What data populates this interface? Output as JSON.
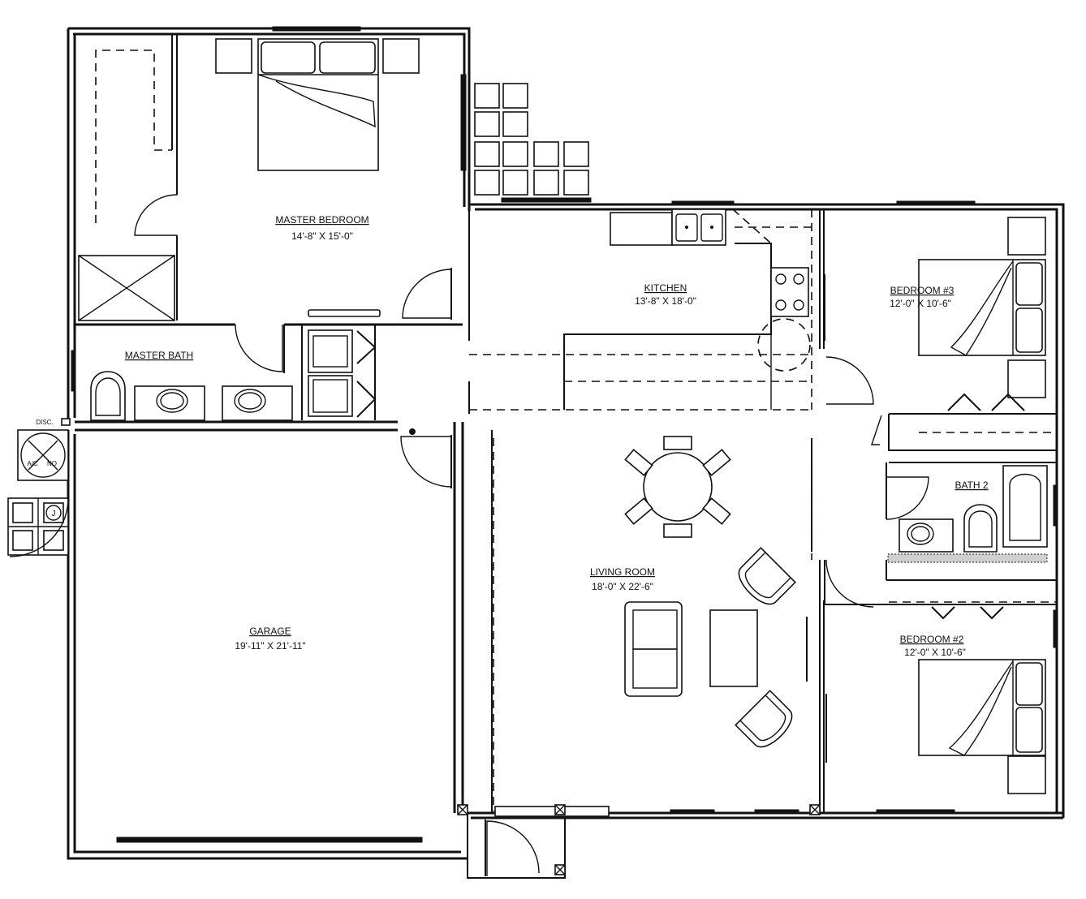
{
  "plan": {
    "rooms": {
      "master_bedroom": {
        "name": "MASTER BEDROOM",
        "size": "14'-8\" X 15'-0\""
      },
      "master_bath": {
        "name": "MASTER BATH"
      },
      "kitchen": {
        "name": "KITCHEN",
        "size": "13'-8\" X 18'-0\""
      },
      "bedroom3": {
        "name": "BEDROOM #3",
        "size": "12'-0\" X 10'-6\""
      },
      "bath2": {
        "name": "BATH 2"
      },
      "living_room": {
        "name": "LIVING ROOM",
        "size": "18'-0\" X 22'-6\""
      },
      "garage": {
        "name": "GARAGE",
        "size": "19'-11\" X 21'-11\""
      },
      "bedroom2": {
        "name": "BEDROOM #2",
        "size": "12'-0\" X 10'-6\""
      }
    },
    "equipment": {
      "ac_unit": {
        "left": "A/C",
        "right": "NO"
      },
      "disconnect": "DISC.",
      "junction": "J"
    }
  }
}
